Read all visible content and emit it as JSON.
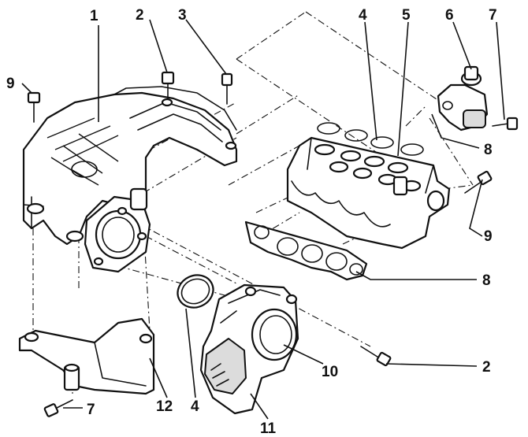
{
  "callouts": {
    "c1": "1",
    "c2_top": "2",
    "c3": "3",
    "c4_top": "4",
    "c5": "5",
    "c6": "6",
    "c7_top": "7",
    "c8_upper": "8",
    "c9_left": "9",
    "c9_right": "9",
    "c8_lower": "8",
    "c2_lower": "2",
    "c10": "10",
    "c12": "12",
    "c4_lower": "4",
    "c7_lower": "7",
    "c11": "11"
  }
}
